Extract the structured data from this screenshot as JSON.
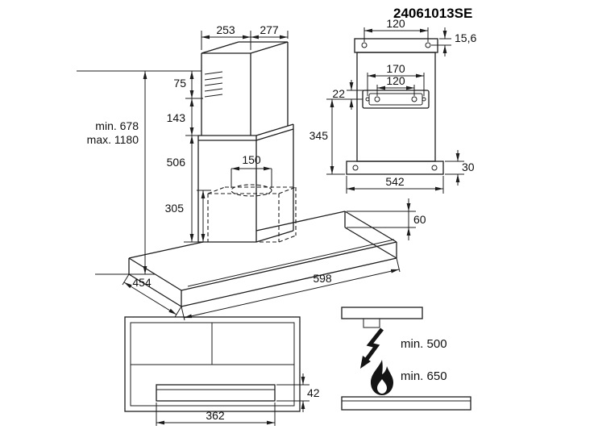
{
  "page": {
    "title": "24061013SE"
  },
  "main_view": {
    "dims": {
      "chimney_top_width": "253",
      "chimney_top_depth": "277",
      "vent_band": "75",
      "upper_chimney": "143",
      "height_min": "min. 678",
      "height_max": "max. 1180",
      "chimney_height": "506",
      "duct_diameter": "150",
      "inner_height": "305",
      "canopy_depth": "454",
      "canopy_width": "598",
      "canopy_edge_height": "60"
    }
  },
  "rear_view": {
    "dims": {
      "top_bracket_holes": "120",
      "top_hole_offset": "15,6",
      "wall_bracket_outer": "170",
      "wall_bracket_inner": "120",
      "bracket_drop": "22",
      "bracket_to_bottom": "345",
      "body_width": "542",
      "body_edge_height": "30"
    }
  },
  "front_view": {
    "dims": {
      "control_panel_width": "362",
      "control_panel_height": "42"
    }
  },
  "clearance_view": {
    "electric_clearance": "min. 500",
    "gas_clearance": "min. 650"
  }
}
